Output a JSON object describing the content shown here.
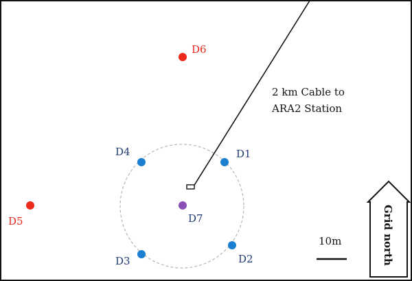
{
  "colors": {
    "blue_station": "#1a7fd0",
    "red_station": "#ee2a1c",
    "center_station": "#8a4fb5",
    "blue_label": "#1f3a73",
    "red_label": "#e8261a",
    "ring": "#b5b5b5",
    "ink": "#111111"
  },
  "stations": [
    {
      "id": "D1",
      "label": "D1",
      "color_key": "blue"
    },
    {
      "id": "D2",
      "label": "D2",
      "color_key": "blue"
    },
    {
      "id": "D3",
      "label": "D3",
      "color_key": "blue"
    },
    {
      "id": "D4",
      "label": "D4",
      "color_key": "blue"
    },
    {
      "id": "D5",
      "label": "D5",
      "color_key": "red"
    },
    {
      "id": "D6",
      "label": "D6",
      "color_key": "red"
    },
    {
      "id": "D7",
      "label": "D7",
      "color_key": "purple"
    }
  ],
  "cable": {
    "line1": "2 km Cable to",
    "line2": "ARA2 Station"
  },
  "scale_bar": {
    "label": "10m"
  },
  "north_arrow": {
    "label": "Grid north"
  }
}
